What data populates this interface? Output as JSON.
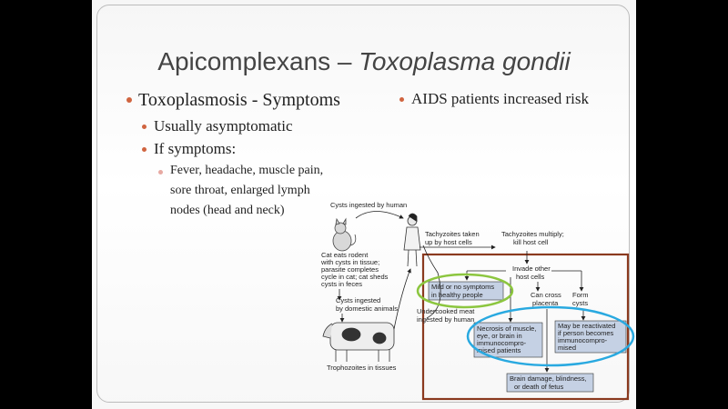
{
  "slide": {
    "title_main": "Apicomplexans – ",
    "title_italic": "Toxoplasma gondii",
    "bullet_1": "Toxoplasmosis - Symptoms",
    "bullet_1_1": "Usually asymptomatic",
    "bullet_1_2": "If symptoms:",
    "bullet_1_2_1_line1": "Fever, headache, muscle pain,",
    "bullet_1_2_1_line2": "sore throat, enlarged lymph",
    "bullet_1_2_1_line3": "nodes (head and neck)",
    "bullet_2": "AIDS patients increased risk"
  },
  "diagram": {
    "cysts_ingested_by_human": "Cysts ingested by human",
    "tachyzoites_taken_l1": "Tachyzoites taken",
    "tachyzoites_taken_l2": "up by host cells",
    "tachyzoites_multiply_l1": "Tachyzoites multiply;",
    "tachyzoites_multiply_l2": "kill host cell",
    "cat_l1": "Cat eats rodent",
    "cat_l2": "with cysts in tissue;",
    "cat_l3": "parasite completes",
    "cat_l4": "cycle in cat; cat sheds",
    "cat_l5": "cysts in feces",
    "domestic_l1": "Cysts ingested",
    "domestic_l2": "by domestic animals",
    "undercooked_l1": "Undercooked meat",
    "undercooked_l2": "ingested by human",
    "trophozoites": "Trophozoites in tissues",
    "invade_l1": "Invade other",
    "invade_l2": "host cells",
    "mild_l1": "Mild or no symptoms",
    "mild_l2": "in healthy people",
    "cross_l1": "Can cross",
    "cross_l2": "placenta",
    "form_l1": "Form",
    "form_l2": "cysts",
    "necrosis_l1": "Necrosis of muscle,",
    "necrosis_l2": "eye, or brain in",
    "necrosis_l3": "immunocompro-",
    "necrosis_l4": "mised patients",
    "reactivated_l1": "May be reactivated",
    "reactivated_l2": "if person becomes",
    "reactivated_l3": "immunocompro-",
    "reactivated_l4": "mised",
    "brain_l1": "Brain damage, blindness,",
    "brain_l2": "or death of fetus"
  },
  "colors": {
    "bullet": "#d0643f",
    "highlight_box": "#8b3a1f",
    "green_oval": "#8cc63f",
    "cyan_oval": "#29a9e0",
    "box_fill": "#c5d1e4"
  }
}
